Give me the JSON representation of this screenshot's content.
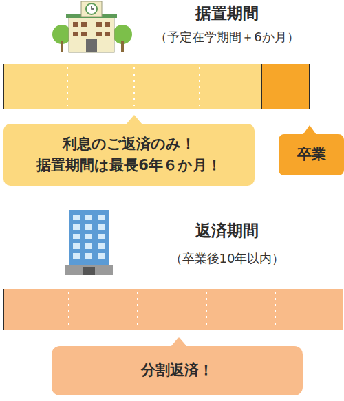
{
  "diagram": {
    "nodes": [
      {
        "text": [
          "利息のご返済のみ！ 据置期間は最長6年６か月！"
        ]
      },
      {
        "text": [
          "卒業"
        ]
      },
      {
        "text": [
          "分割返済！"
        ]
      }
    ],
    "labels": [
      "据置期間",
      "（予定在学期間＋6か月）",
      "返済期間",
      "（卒業後10年以内）"
    ]
  }
}
